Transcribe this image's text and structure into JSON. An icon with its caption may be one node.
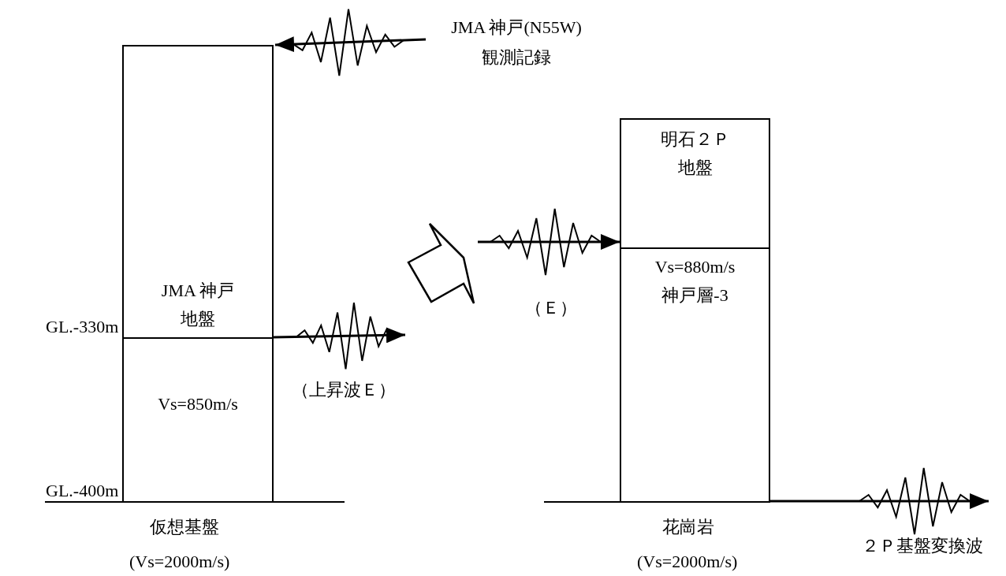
{
  "diagram": {
    "nodes": [
      {
        "text": [
          "JMA 神戸",
          "地盤"
        ]
      },
      {
        "text": [
          "Vs=850m/s"
        ]
      },
      {
        "text": [
          "JMA 神戸(N55W)",
          "観測記録"
        ]
      },
      {
        "text": [],
        "shape": "arrow"
      },
      {
        "text": [
          "明石２Ｐ",
          "地盤"
        ]
      },
      {
        "text": [
          "Vs=880m/s",
          "神戸層-3"
        ]
      }
    ],
    "edges": [
      {
        "from": 2,
        "to": 0,
        "arrow": "to"
      },
      {
        "from": 1,
        "to": 3,
        "arrow": "to",
        "label": "（上昇波Ｅ）"
      },
      {
        "from": 3,
        "to": 4,
        "arrow": "to",
        "label": "（Ｅ）"
      },
      {
        "from": 5,
        "to": null,
        "arrow": "to",
        "label": "２Ｐ基盤変換波"
      }
    ],
    "labels": [
      "GL.-330m",
      "GL.-400m",
      "仮想基盤",
      "(Vs=2000m/s)",
      "花崗岩",
      "(Vs=2000m/s)"
    ]
  }
}
